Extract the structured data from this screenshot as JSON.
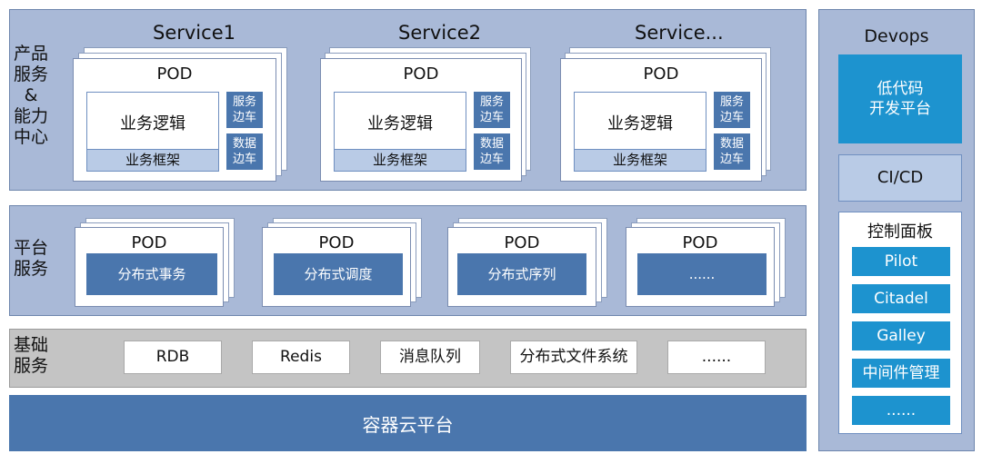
{
  "layers": {
    "product": {
      "label": "产品\n服务\n&\n能力\n中心"
    },
    "platform": {
      "label": "平台\n服务"
    },
    "base": {
      "label": "基础\n服务"
    },
    "cloud": {
      "label": "容器云平台"
    }
  },
  "services": [
    {
      "title": "Service1",
      "pod": "POD",
      "logic": "业务逻辑",
      "frame": "业务框架",
      "sidecar_service": "服务\n边车",
      "sidecar_data": "数据\n边车"
    },
    {
      "title": "Service2",
      "pod": "POD",
      "logic": "业务逻辑",
      "frame": "业务框架",
      "sidecar_service": "服务\n边车",
      "sidecar_data": "数据\n边车"
    },
    {
      "title": "Service...",
      "pod": "POD",
      "logic": "业务逻辑",
      "frame": "业务框架",
      "sidecar_service": "服务\n边车",
      "sidecar_data": "数据\n边车"
    }
  ],
  "platform_pods": [
    {
      "pod": "POD",
      "name": "分布式事务"
    },
    {
      "pod": "POD",
      "name": "分布式调度"
    },
    {
      "pod": "POD",
      "name": "分布式序列"
    },
    {
      "pod": "POD",
      "name": "......"
    }
  ],
  "base_items": [
    "RDB",
    "Redis",
    "消息队列",
    "分布式文件系统",
    "......"
  ],
  "devops": {
    "title": "Devops",
    "lowcode": "低代码\n开发平台",
    "cicd": "CI/CD",
    "control_title": "控制面板",
    "control_items": [
      "Pilot",
      "Citadel",
      "Galley",
      "中间件管理",
      "......"
    ]
  },
  "colors": {
    "layer_bg": "#a9b9d7",
    "base_bg": "#c4c4c4",
    "dark_blue": "#4a76ad",
    "cyan": "#1d93cf",
    "light_blue": "#b9cbe6"
  }
}
